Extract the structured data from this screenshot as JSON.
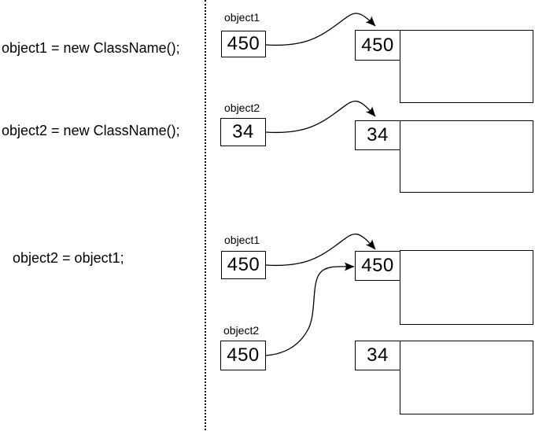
{
  "colors": {
    "ink": "#000000",
    "background": "#ffffff"
  },
  "code": {
    "lines": [
      "object1 = new ClassName();",
      "object2 = new ClassName();",
      "object2 = object1;"
    ]
  },
  "diagram": {
    "groups": [
      {
        "var_label": "object1",
        "var_value": "450",
        "obj_address": "450",
        "points_to_address": "450"
      },
      {
        "var_label": "object2",
        "var_value": "34",
        "obj_address": "34",
        "points_to_address": "34"
      },
      {
        "var_label": "object1",
        "var_value": "450",
        "obj_address": "450",
        "points_to_address": "450"
      },
      {
        "var_label": "object2",
        "var_value": "450",
        "obj_address": "34",
        "points_to_address": "450"
      }
    ]
  }
}
